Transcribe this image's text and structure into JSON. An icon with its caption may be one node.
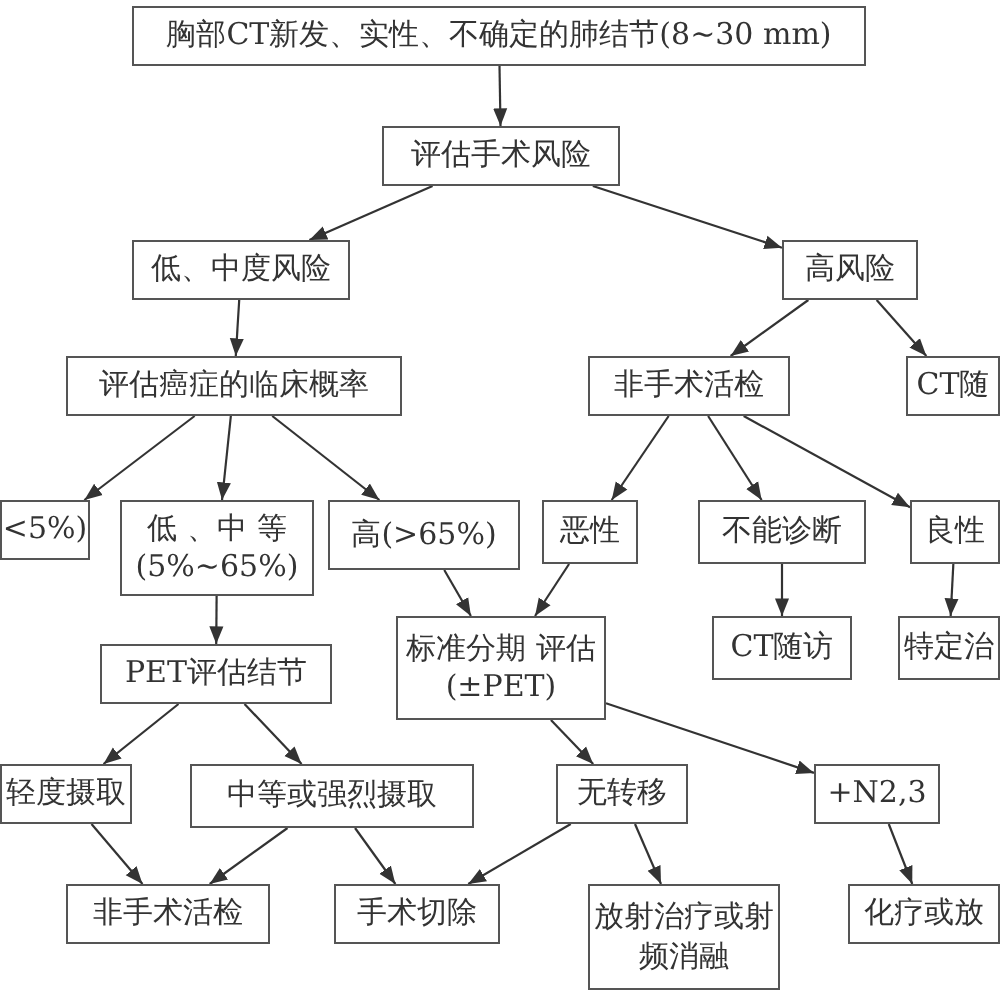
{
  "diagram": {
    "nodes": [
      {
        "text": [
          "胸部CT新发、实性、不确定的肺结节(8~30 mm)"
        ]
      },
      {
        "text": [
          "评估手术风险"
        ]
      },
      {
        "text": [
          "低、中度风险"
        ]
      },
      {
        "text": [
          "高风险"
        ]
      },
      {
        "text": [
          "评估癌症的临床概率"
        ]
      },
      {
        "text": [
          "非手术活检"
        ]
      },
      {
        "text": [
          "CT随"
        ]
      },
      {
        "text": [
          "<5%)"
        ]
      },
      {
        "text": [
          "低 、中 等 (5%~65%)"
        ]
      },
      {
        "text": [
          "高(>65%)"
        ]
      },
      {
        "text": [
          "恶性"
        ]
      },
      {
        "text": [
          "不能诊断"
        ]
      },
      {
        "text": [
          "良性"
        ]
      },
      {
        "text": [
          "PET评估结节"
        ]
      },
      {
        "text": [
          "标准分期 评估(±PET)"
        ]
      },
      {
        "text": [
          "CT随访"
        ]
      },
      {
        "text": [
          "特定治"
        ]
      },
      {
        "text": [
          "轻度摄取"
        ]
      },
      {
        "text": [
          "中等或强烈摄取"
        ]
      },
      {
        "text": [
          "无转移"
        ]
      },
      {
        "text": [
          "+N2,3"
        ]
      },
      {
        "text": [
          "非手术活检"
        ]
      },
      {
        "text": [
          "手术切除"
        ]
      },
      {
        "text": [
          "放射治疗或射频消融"
        ]
      },
      {
        "text": [
          "化疗或放"
        ]
      }
    ],
    "edges": [
      {
        "from": 0,
        "to": 1,
        "arrow": "to"
      },
      {
        "from": 1,
        "to": 2,
        "arrow": "to"
      },
      {
        "from": 1,
        "to": 3,
        "arrow": "to"
      },
      {
        "from": 2,
        "to": 4,
        "arrow": "to"
      },
      {
        "from": 3,
        "to": 5,
        "arrow": "to"
      },
      {
        "from": 3,
        "to": 6,
        "arrow": "to"
      },
      {
        "from": 4,
        "to": 7,
        "arrow": "to"
      },
      {
        "from": 4,
        "to": 8,
        "arrow": "to"
      },
      {
        "from": 4,
        "to": 9,
        "arrow": "to"
      },
      {
        "from": 5,
        "to": 10,
        "arrow": "to"
      },
      {
        "from": 5,
        "to": 11,
        "arrow": "to"
      },
      {
        "from": 5,
        "to": 12,
        "arrow": "to"
      },
      {
        "from": 8,
        "to": 13,
        "arrow": "to"
      },
      {
        "from": 9,
        "to": 14,
        "arrow": "to"
      },
      {
        "from": 10,
        "to": 14,
        "arrow": "to"
      },
      {
        "from": 11,
        "to": 15,
        "arrow": "to"
      },
      {
        "from": 12,
        "to": 16,
        "arrow": "to"
      },
      {
        "from": 13,
        "to": 17,
        "arrow": "to"
      },
      {
        "from": 13,
        "to": 18,
        "arrow": "to"
      },
      {
        "from": 14,
        "to": 19,
        "arrow": "to"
      },
      {
        "from": 14,
        "to": 20,
        "arrow": "to"
      },
      {
        "from": 17,
        "to": 21,
        "arrow": "to"
      },
      {
        "from": 18,
        "to": 21,
        "arrow": "to"
      },
      {
        "from": 18,
        "to": 22,
        "arrow": "to"
      },
      {
        "from": 19,
        "to": 22,
        "arrow": "to"
      },
      {
        "from": 19,
        "to": 23,
        "arrow": "to"
      },
      {
        "from": 20,
        "to": 24,
        "arrow": "to"
      }
    ]
  }
}
